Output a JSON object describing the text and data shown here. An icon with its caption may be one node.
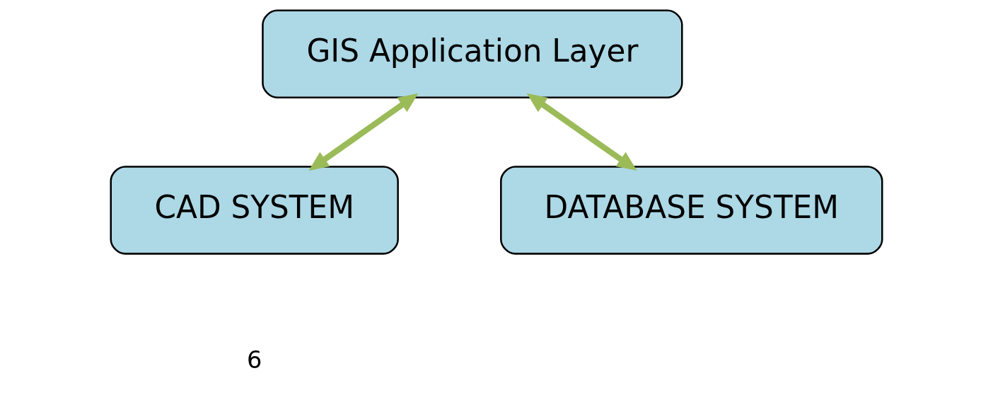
{
  "diagram": {
    "nodes": [
      {
        "text": [
          "GIS Application Layer"
        ]
      },
      {
        "text": [
          "CAD SYSTEM"
        ]
      },
      {
        "text": [
          "DATABASE SYSTEM"
        ]
      }
    ],
    "edges": [
      {
        "from": 0,
        "to": 1,
        "arrow": "both"
      },
      {
        "from": 0,
        "to": 2,
        "arrow": "both"
      }
    ],
    "labels": [
      "6"
    ]
  }
}
